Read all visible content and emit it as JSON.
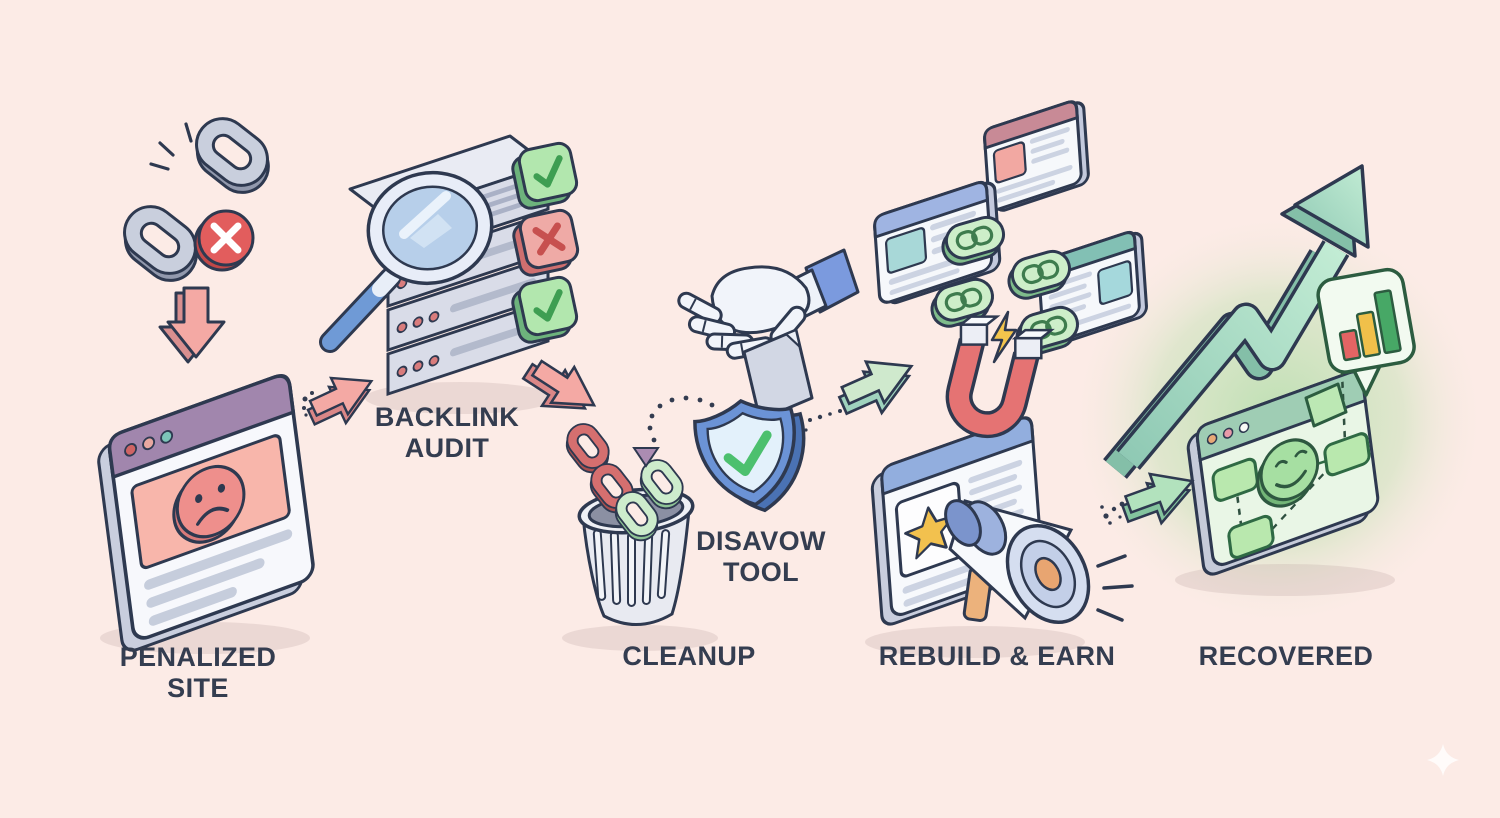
{
  "title": "Link penalty recovery process infographic",
  "background": {
    "color": "#fcebe6",
    "glow": "#9fd98f"
  },
  "text_color": "#343d50",
  "steps": [
    {
      "name": "penalized-site",
      "lines": [
        "PENALIZED",
        "SITE"
      ]
    },
    {
      "name": "backlink-audit",
      "lines": [
        "BACKLINK",
        "AUDIT"
      ]
    },
    {
      "name": "cleanup",
      "lines": [
        "CLEANUP"
      ]
    },
    {
      "name": "disavow-tool",
      "lines": [
        "DISAVOW",
        "TOOL"
      ]
    },
    {
      "name": "rebuild-earn",
      "lines": [
        "REBUILD & EARN"
      ]
    },
    {
      "name": "recovered",
      "lines": [
        "RECOVERED"
      ]
    }
  ],
  "icons": {
    "broken-link-icon": {
      "color": "#c9cfdd"
    },
    "penalty-cross-icon": {
      "color": "#e25d5d"
    },
    "drop-arrow-icon": {
      "color": "#f4a9a4"
    },
    "penalized-browser-icon": {
      "header": "#a186ad",
      "panel": "#f8b6ab",
      "face": "#ee8f8c"
    },
    "flow-arrow-pink-icon": {
      "color": "#f4a9a4"
    },
    "magnifier-icon": {
      "lens": "#b7cfea",
      "handle": "#6f9ad6"
    },
    "server-stack-icon": {
      "color": "#d9dce8"
    },
    "check-badge-icon": {
      "color": "#b2e7ae",
      "glyph": "#3e9e52"
    },
    "cross-badge-icon": {
      "color": "#efaaa6",
      "glyph": "#c7504f"
    },
    "trash-icon": {
      "color": "#e8eaf1"
    },
    "toxic-link-red-icon": {
      "color": "#d56f6f"
    },
    "toxic-link-green-icon": {
      "color": "#cdeccc"
    },
    "robot-hand-icon": {
      "color": "#f1f4fa",
      "sleeve": "#7b9ade"
    },
    "disavow-file-icon": {
      "color": "#d2d7e4"
    },
    "shield-check-icon": {
      "border": "#6b93d6",
      "fill": "#e3f1fb",
      "check": "#4cc06e"
    },
    "browser-blue-icon": {
      "header": "#9fb4e2"
    },
    "browser-red-icon": {
      "header": "#c88a96"
    },
    "browser-teal-icon": {
      "header": "#82c0b4"
    },
    "link-pill-icon": {
      "color": "#cdeec9"
    },
    "lightning-icon": {
      "color": "#f4c54c"
    },
    "magnet-icon": {
      "color": "#e57373"
    },
    "star-browser-icon": {
      "header": "#92aede",
      "star": "#f2c14e"
    },
    "megaphone-icon": {
      "body": "#f7f9fc",
      "rim": "#d5def0",
      "handle": "#ecb27c"
    },
    "flow-arrow-green-icon": {
      "color": "#b2e2bd"
    },
    "growth-arrow-icon": {
      "color": "#a9dcba"
    },
    "chart-bubble-icon": {
      "bars": [
        "#e46464",
        "#f0c04a",
        "#47a866"
      ]
    },
    "recovered-browser-icon": {
      "header": "#9fcdb4",
      "face": "#a6dfa2"
    },
    "sparkle-icon": {
      "color": "#ffffff"
    }
  }
}
